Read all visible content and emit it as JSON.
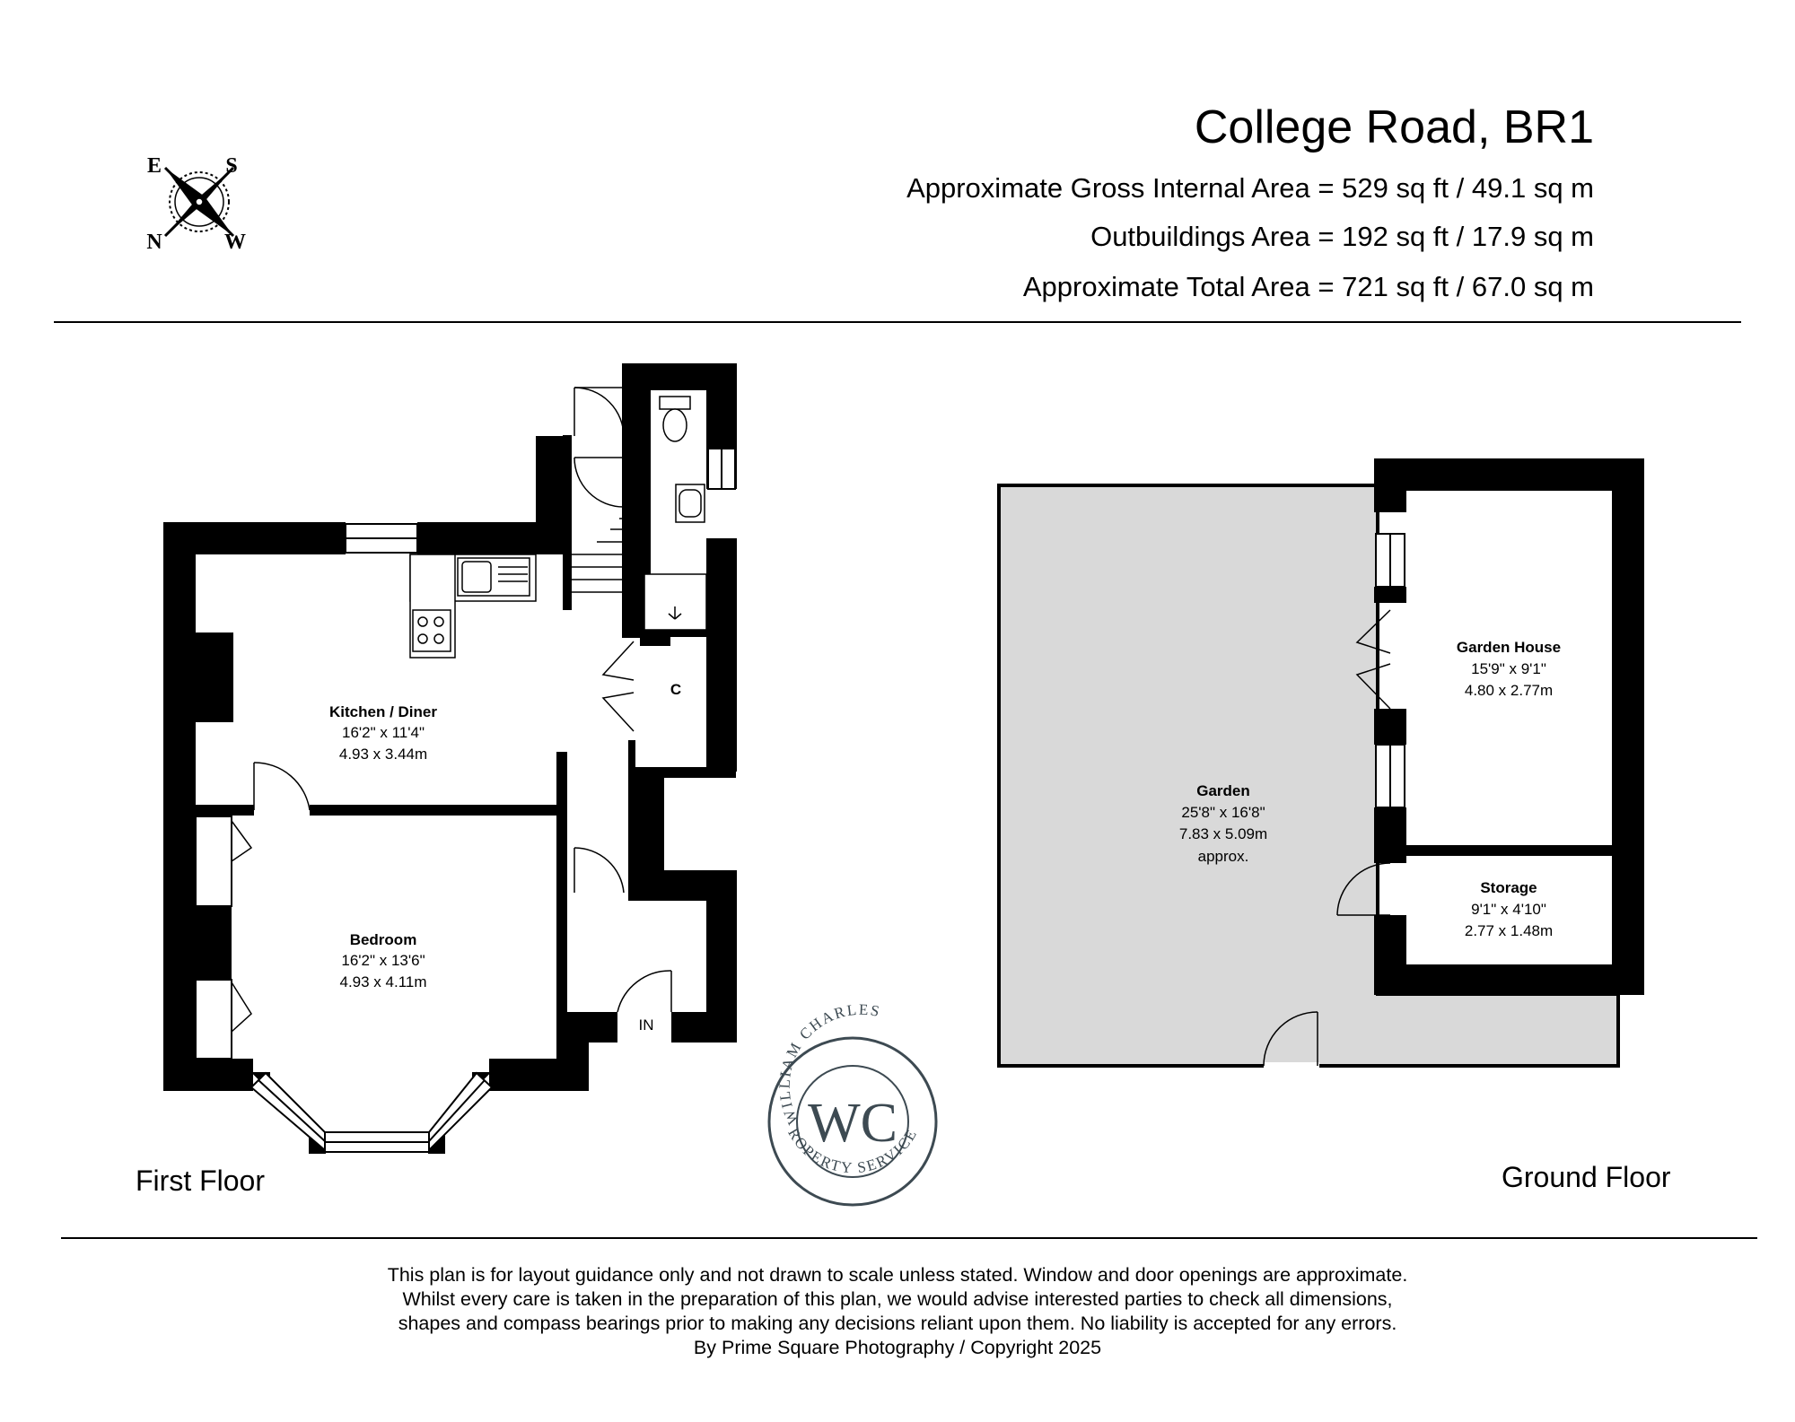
{
  "header": {
    "title": "College Road, BR1",
    "areas": [
      "Approximate Gross Internal Area = 529 sq ft / 49.1 sq m",
      "Outbuildings Area = 192 sq ft / 17.9 sq m",
      "Approximate Total Area = 721 sq ft / 67.0 sq m"
    ]
  },
  "compass": {
    "e": "E",
    "s": "S",
    "n": "N",
    "w": "W"
  },
  "first_floor": {
    "label": "First Floor",
    "kitchen": {
      "name": "Kitchen / Diner",
      "imperial": "16'2\" x 11'4\"",
      "metric": "4.93 x 3.44m"
    },
    "bedroom": {
      "name": "Bedroom",
      "imperial": "16'2\" x 13'6\"",
      "metric": "4.93 x 4.11m"
    },
    "cupboard": "C",
    "entrance": "IN"
  },
  "ground_floor": {
    "label": "Ground Floor",
    "garden": {
      "name": "Garden",
      "imperial": "25'8\" x 16'8\"",
      "metric": "7.83 x 5.09m",
      "note": "approx."
    },
    "garden_house": {
      "name": "Garden House",
      "imperial": "15'9\" x 9'1\"",
      "metric": "4.80 x 2.77m"
    },
    "storage": {
      "name": "Storage",
      "imperial": "9'1\" x 4'10\"",
      "metric": "2.77 x 1.48m"
    }
  },
  "logo": {
    "initials": "WC",
    "ring_top": "WILLIAM CHARLES",
    "ring_bottom": "PROPERTY SERVICES"
  },
  "disclaimer": [
    "This plan is for layout guidance only and not drawn to scale unless stated. Window and door openings are approximate.",
    "Whilst every care is taken in the preparation of this plan, we would advise interested parties to check all dimensions,",
    "shapes and compass bearings prior to making any decisions reliant upon them. No liability is accepted for any errors.",
    "By Prime Square Photography / Copyright 2025"
  ],
  "colors": {
    "wall": "#000000",
    "garden_fill": "#d9d9d9",
    "logo": "#3d4a52"
  }
}
